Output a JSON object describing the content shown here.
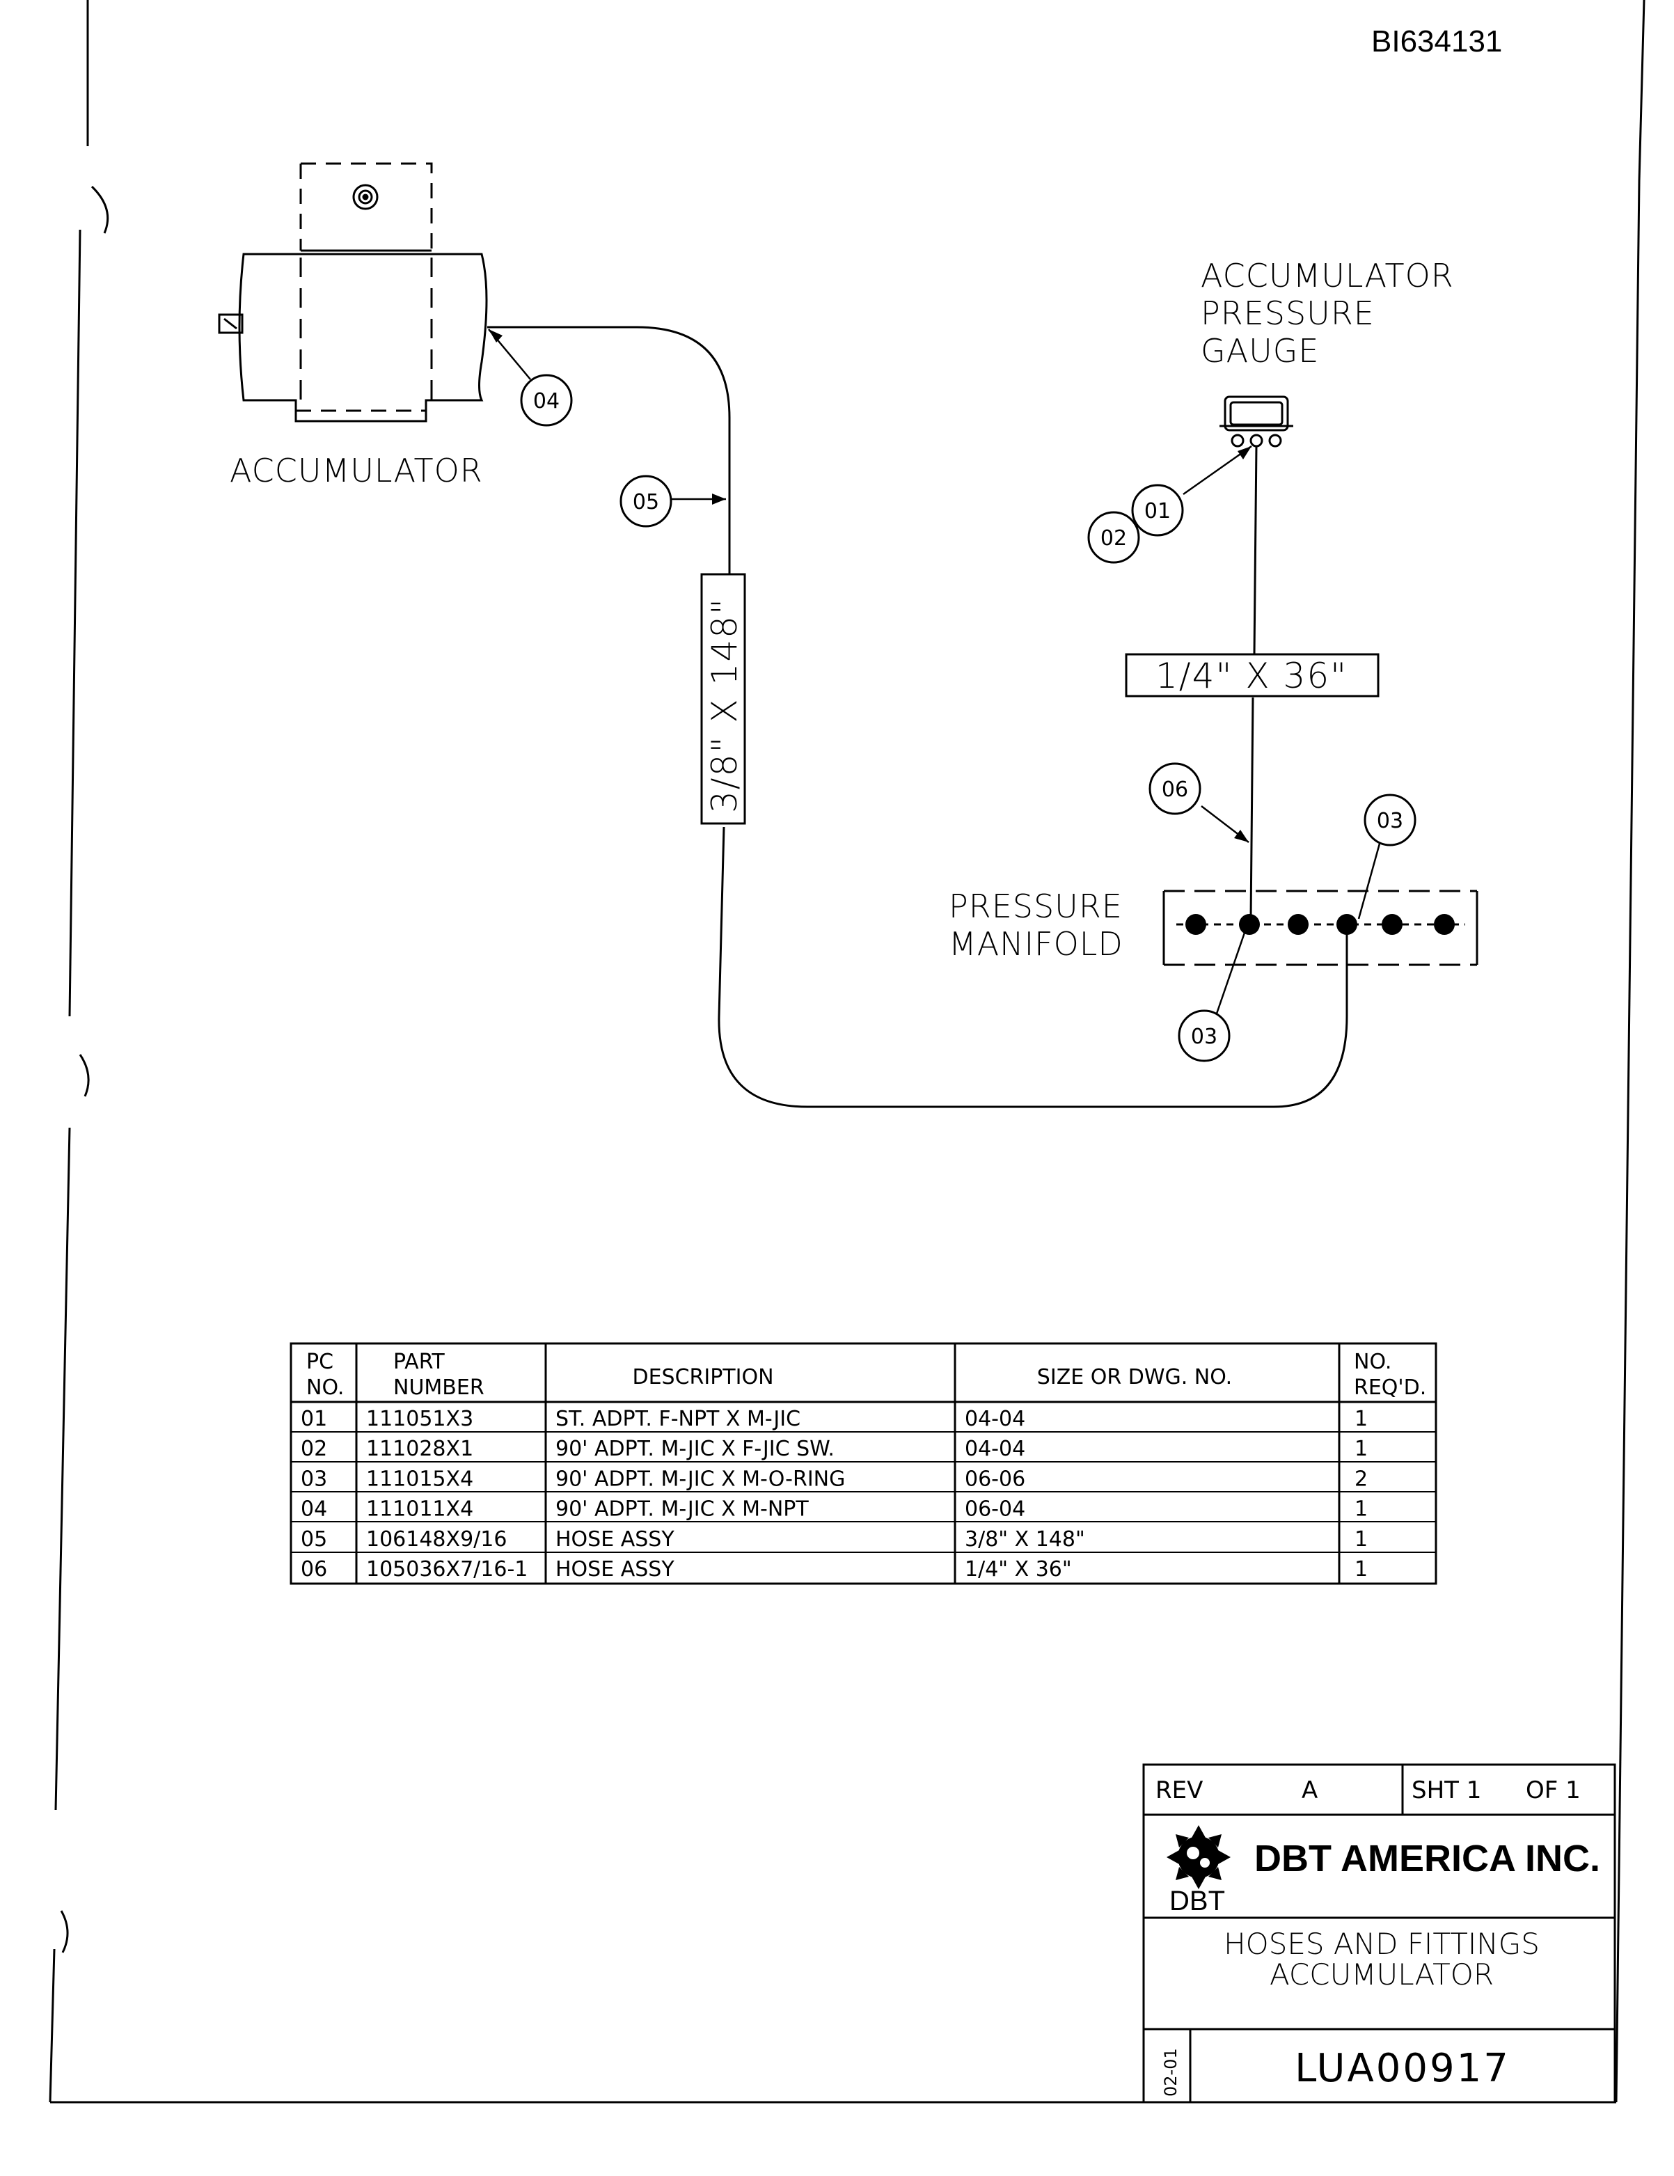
{
  "document_id": "BI634131",
  "labels": {
    "accumulator": "ACCUMULATOR",
    "gauge_line1": "ACCUMULATOR",
    "gauge_line2": "PRESSURE",
    "gauge_line3": "GAUGE",
    "manifold_line1": "PRESSURE",
    "manifold_line2": "MANIFOLD"
  },
  "hose_sizes": {
    "main_hose": "3/8\" X 148\"",
    "gauge_hose": "1/4\" X 36\""
  },
  "balloons": {
    "b01": "01",
    "b02": "02",
    "b03a": "03",
    "b03b": "03",
    "b04": "04",
    "b05": "05",
    "b06": "06"
  },
  "parts_table": {
    "headers": {
      "pc_1": "PC",
      "pc_2": "NO.",
      "part_1": "PART",
      "part_2": "NUMBER",
      "description": "DESCRIPTION",
      "size": "SIZE OR DWG. NO.",
      "req_1": "NO.",
      "req_2": "REQ'D."
    },
    "rows": [
      {
        "pc": "01",
        "part": "111051X3",
        "description": "ST. ADPT. F-NPT X M-JIC",
        "size": "04-04",
        "qty": "1"
      },
      {
        "pc": "02",
        "part": "111028X1",
        "description": "90' ADPT. M-JIC X F-JIC SW.",
        "size": "04-04",
        "qty": "1"
      },
      {
        "pc": "03",
        "part": "111015X4",
        "description": "90' ADPT. M-JIC X M-O-RING",
        "size": "06-06",
        "qty": "2"
      },
      {
        "pc": "04",
        "part": "111011X4",
        "description": "90' ADPT. M-JIC X M-NPT",
        "size": "06-04",
        "qty": "1"
      },
      {
        "pc": "05",
        "part": "106148X9/16",
        "description": "HOSE ASSY",
        "size": "3/8\" X 148\"",
        "qty": "1"
      },
      {
        "pc": "06",
        "part": "105036X7/16-1",
        "description": "HOSE ASSY",
        "size": "1/4\" X 36\"",
        "qty": "1"
      }
    ]
  },
  "title_block": {
    "rev_label": "REV",
    "rev_value": "A",
    "sheet_label": "SHT 1",
    "sheet_of": "OF 1",
    "company": "DBT AMERICA INC.",
    "logo_text": "DBT",
    "title_line1": "HOSES AND FITTINGS",
    "title_line2": "ACCUMULATOR",
    "date": "02-01",
    "drawing_number": "LUA00917"
  }
}
